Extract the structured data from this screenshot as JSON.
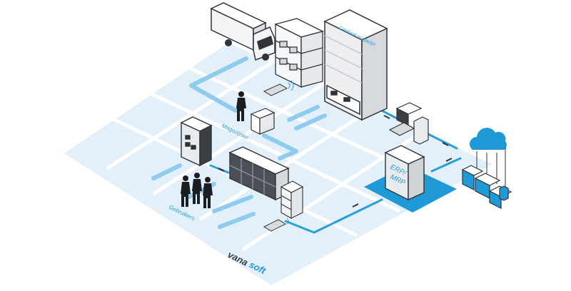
{
  "labels": {
    "central_store": "Centraal magazijn",
    "warehouse_worker": "Magazijnier",
    "users": "Gebruikers",
    "erp_line1": "ERP/",
    "erp_line2": "MRP"
  },
  "brand": {
    "part1": "vana",
    "part2": "soft"
  },
  "colors": {
    "floor": "#e3f0fa",
    "flow": "#2a9fd6",
    "accent": "#1f9ad6",
    "dark": "#2f3438",
    "machine": "#e9ecee"
  }
}
